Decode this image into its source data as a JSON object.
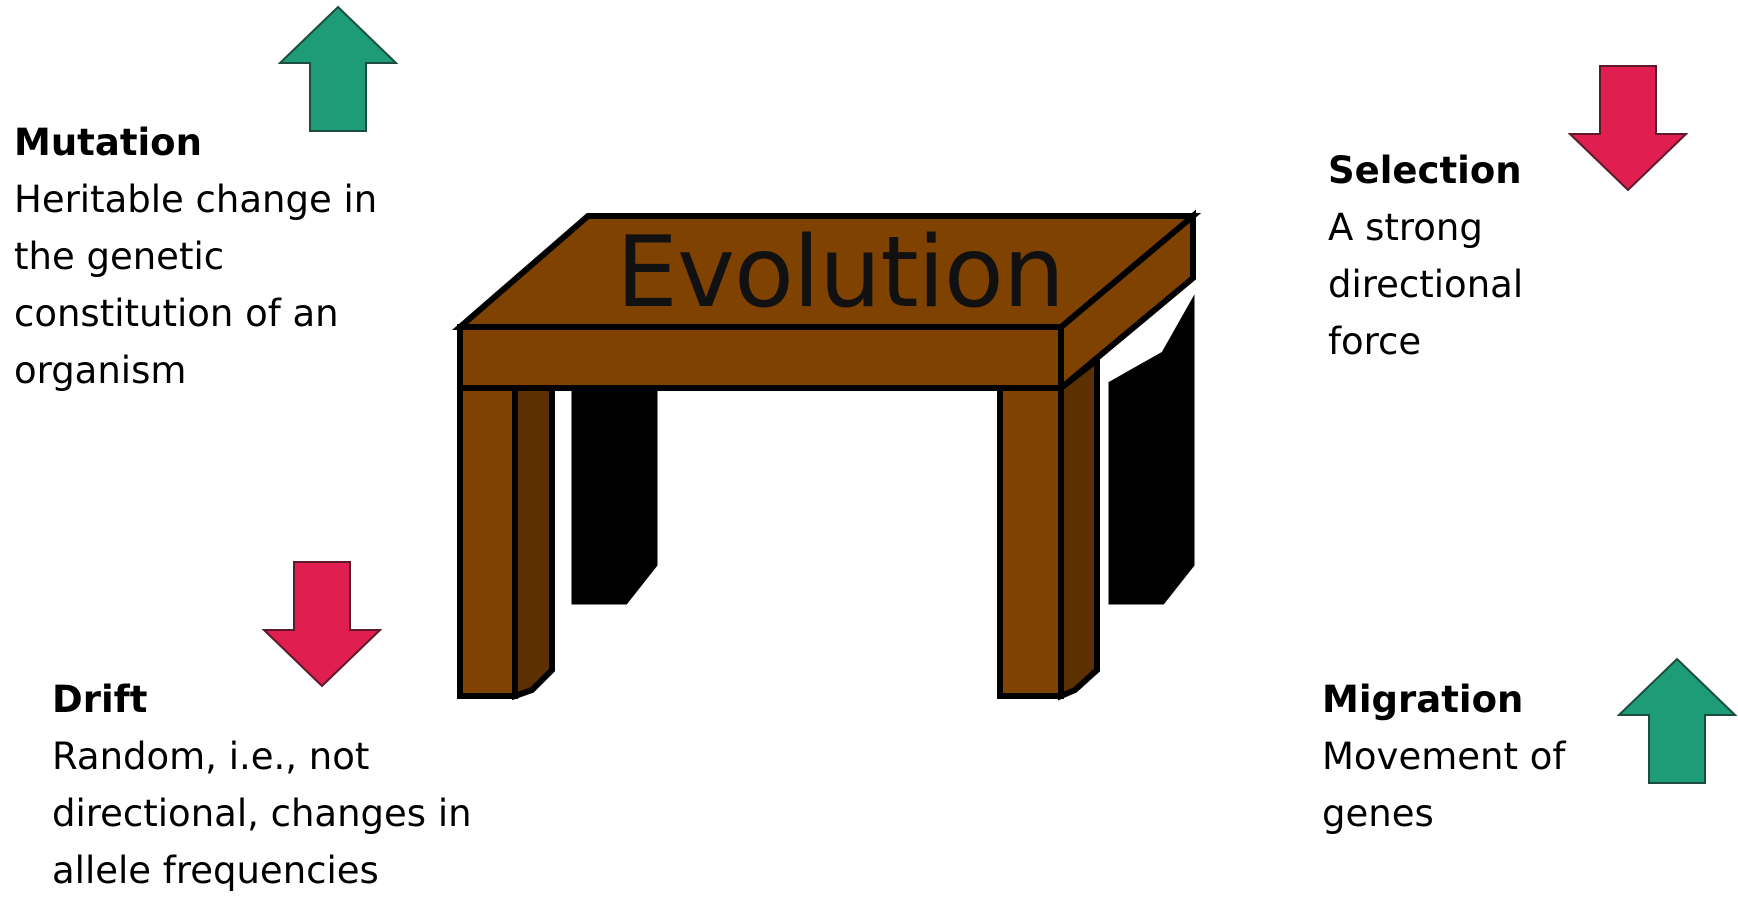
{
  "center": {
    "label": "Evolution"
  },
  "forces": {
    "mutation": {
      "title": "Mutation",
      "description": "Heritable change in the genetic constitution of an organism",
      "direction": "up",
      "arrow_color": "#1e9c78"
    },
    "selection": {
      "title": "Selection",
      "description": "A strong directional force",
      "direction": "down",
      "arrow_color": "#e01e50"
    },
    "drift": {
      "title": "Drift",
      "description": "Random, i.e., not directional, changes in allele frequencies",
      "direction": "down",
      "arrow_color": "#e01e50"
    },
    "migration": {
      "title": "Migration",
      "description": "Movement of genes",
      "direction": "up",
      "arrow_color": "#1e9c78"
    }
  },
  "colors": {
    "table_top": "#7f4200",
    "table_side": "#5c3000",
    "table_shadow_legs": "#000000",
    "outline": "#000000"
  }
}
